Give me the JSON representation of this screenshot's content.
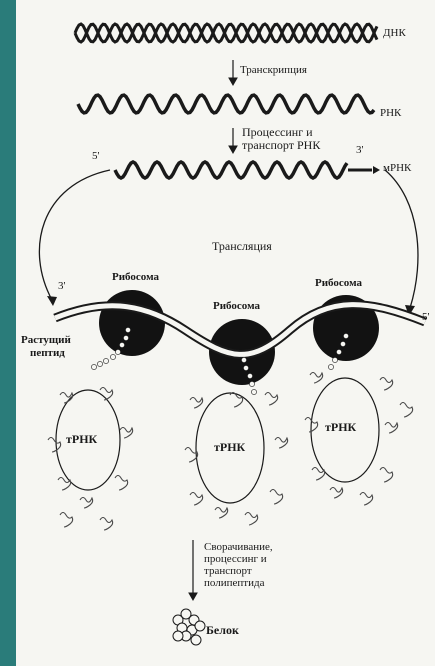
{
  "labels": {
    "dna": "ДНК",
    "transcription": "Транскрипция",
    "rna": "РНК",
    "processing_line1": "Процессинг и",
    "processing_line2": "транспорт РНК",
    "five_prime_top": "5'",
    "three_prime_top": "3'",
    "mrna": "мРНК",
    "translation": "Трансляция",
    "ribosome_left": "Рибосома",
    "ribosome_mid": "Рибосома",
    "ribosome_right": "Рибосома",
    "three_prime_left": "3'",
    "five_prime_right": "5'",
    "growing_line1": "Растущий",
    "growing_line2": "пептид",
    "trna_left": "тРНК",
    "trna_mid": "тРНК",
    "trna_right": "тРНК",
    "folding_line1": "Сворачивание,",
    "folding_line2": "процессинг и",
    "folding_line3": "транспорт",
    "folding_line4": "полипептида",
    "protein": "Белок"
  },
  "colors": {
    "background": "#1e6b6a",
    "panel": "#f6f6f2",
    "ink": "#1a1a1a"
  }
}
